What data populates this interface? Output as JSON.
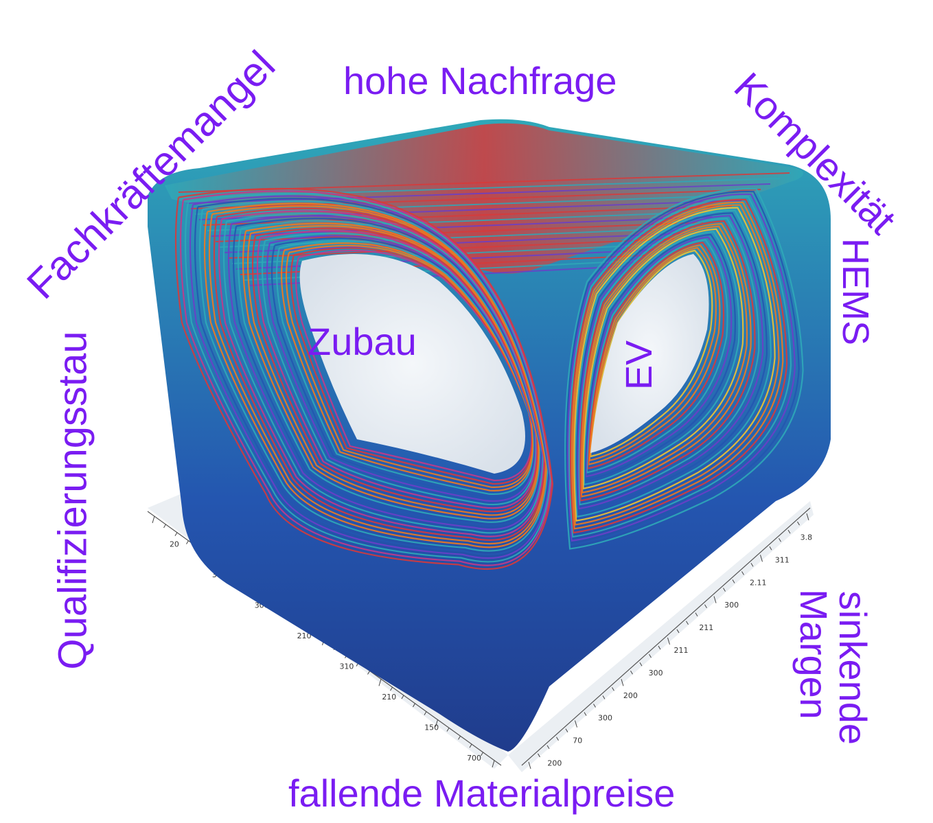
{
  "labels": {
    "top": "hohe Nachfrage",
    "top_left": "Fachkräftemangel",
    "top_right": "Komplexität",
    "left": "Qualifizierungsstau",
    "inner_left": "Zubau",
    "inner_right": "EV",
    "right": "HEMS",
    "bottom_right_line1": "sinkende",
    "bottom_right_line2": "Margen",
    "bottom": "fallende Materialpreise"
  },
  "colors": {
    "label_text": "#7a1cf2",
    "teal": "#2fa8b8",
    "blue": "#2456b0",
    "violet": "#6a3fc8",
    "orange": "#f07a1e",
    "red": "#d83a3a",
    "yellow": "#f2c230",
    "magenta": "#c23a8a",
    "ground": "#e9edf2"
  },
  "scale_ticks_left": [
    "20",
    "30",
    "300",
    "210",
    "310",
    "210",
    "150",
    "700"
  ],
  "scale_ticks_right": [
    "200",
    "70",
    "300",
    "200",
    "300",
    "211",
    "211",
    "300",
    "2.11",
    "311",
    "3.8"
  ]
}
